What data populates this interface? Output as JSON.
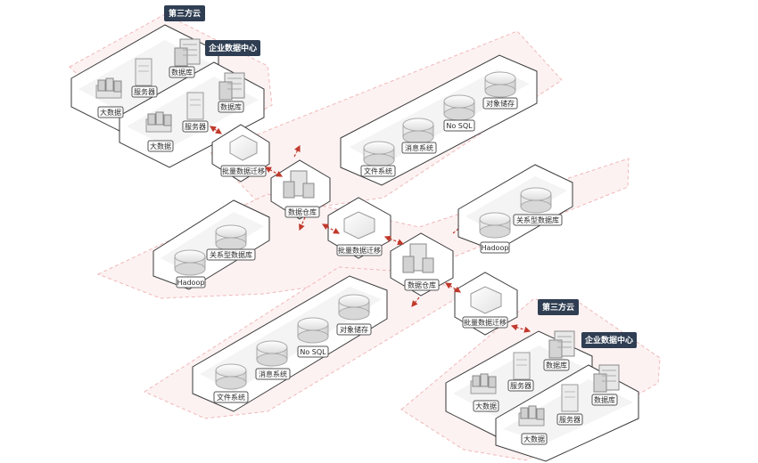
{
  "diagram": {
    "left_cluster": {
      "third_party_tag": "第三方云",
      "enterprise_tag": "企业数据中心",
      "third_party_nodes": {
        "big_data": "大数据",
        "server": "服务器",
        "database": "数据库"
      },
      "enterprise_nodes": {
        "big_data": "大数据",
        "server": "服务器",
        "database": "数据库"
      }
    },
    "right_cluster": {
      "third_party_tag": "第三方云",
      "enterprise_tag": "企业数据中心",
      "third_party_nodes": {
        "big_data": "大数据",
        "server": "服务器",
        "database": "数据库"
      },
      "enterprise_nodes": {
        "big_data": "大数据",
        "server": "服务器",
        "database": "数据库"
      }
    },
    "pipeline": {
      "migration_1": "批量数据迁移",
      "warehouse_1": "数据仓库",
      "migration_2": "批量数据迁移",
      "warehouse_2": "数据仓库",
      "migration_3": "批量数据迁移"
    },
    "storage_upper": {
      "file_system": "文件系统",
      "message_system": "消息系统",
      "nosql": "No SQL",
      "object_storage": "对象储存"
    },
    "relational_mid_left": {
      "hadoop": "Hadoop",
      "relational_db": "关系型数据库"
    },
    "relational_mid_right": {
      "hadoop": "Hadoop",
      "relational_db": "关系型数据库"
    },
    "storage_lower": {
      "file_system": "文件系统",
      "message_system": "消息系统",
      "nosql": "No SQL",
      "object_storage": "对象储存"
    },
    "colors": {
      "tag_bg": "#2f3e52",
      "band_fill": "#fdf2f2",
      "band_stroke": "#f0b8b8",
      "panel_stroke": "#3a3a3a",
      "arrow": "#c0392b"
    }
  }
}
